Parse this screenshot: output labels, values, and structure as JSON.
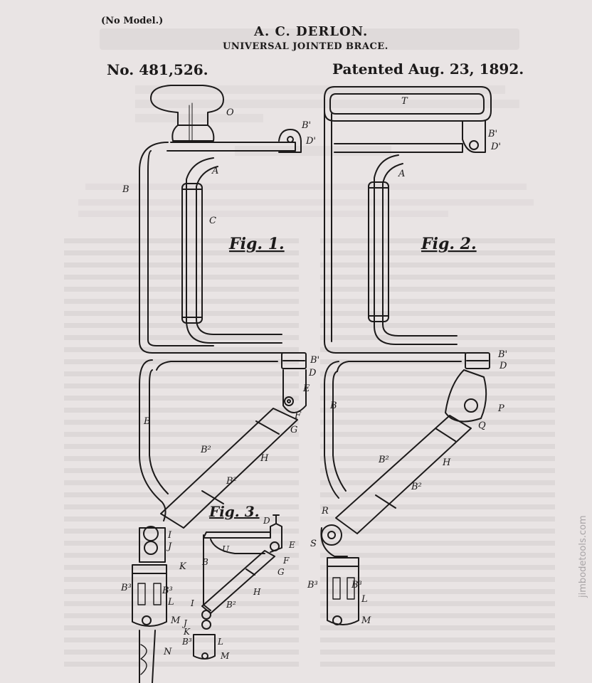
{
  "header": {
    "no_model": "(No Model.)",
    "inventor": "A. C. DERLON.",
    "title": "UNIVERSAL JOINTED BRACE.",
    "patent_number": "No. 481,526.",
    "patent_date": "Patented Aug. 23, 1892."
  },
  "figures": {
    "fig1": "Fig. 1.",
    "fig2": "Fig. 2.",
    "fig3": "Fig. 3."
  },
  "labels_fig1": {
    "O": "O",
    "B1": "B'",
    "D1": "D'",
    "A": "A",
    "B": "B",
    "C": "C",
    "B1b": "B'",
    "D": "D",
    "E": "E",
    "F": "F",
    "G": "G",
    "B_low": "B",
    "B2": "B²",
    "H": "H",
    "B2b": "B²",
    "I": "I",
    "J": "J",
    "K": "K",
    "B3": "B³",
    "B3b": "B³",
    "L": "L",
    "M": "M",
    "N": "N"
  },
  "labels_fig2": {
    "T": "T",
    "B1": "B'",
    "D1": "D'",
    "A": "A",
    "B1b": "B'",
    "D": "D",
    "B": "B",
    "P": "P",
    "Q": "Q",
    "B2": "B²",
    "H": "H",
    "B2b": "B²",
    "R": "R",
    "S": "S",
    "B3": "B³",
    "B3b": "B³",
    "L": "L",
    "M": "M"
  },
  "labels_fig3": {
    "D": "D",
    "U": "U",
    "E": "E",
    "F": "F",
    "G": "G",
    "B": "B",
    "H": "H",
    "B2": "B²",
    "I": "I",
    "J": "J",
    "K": "K",
    "B3": "B³",
    "L": "L",
    "M": "M"
  },
  "watermark": "jimbodetools.com"
}
